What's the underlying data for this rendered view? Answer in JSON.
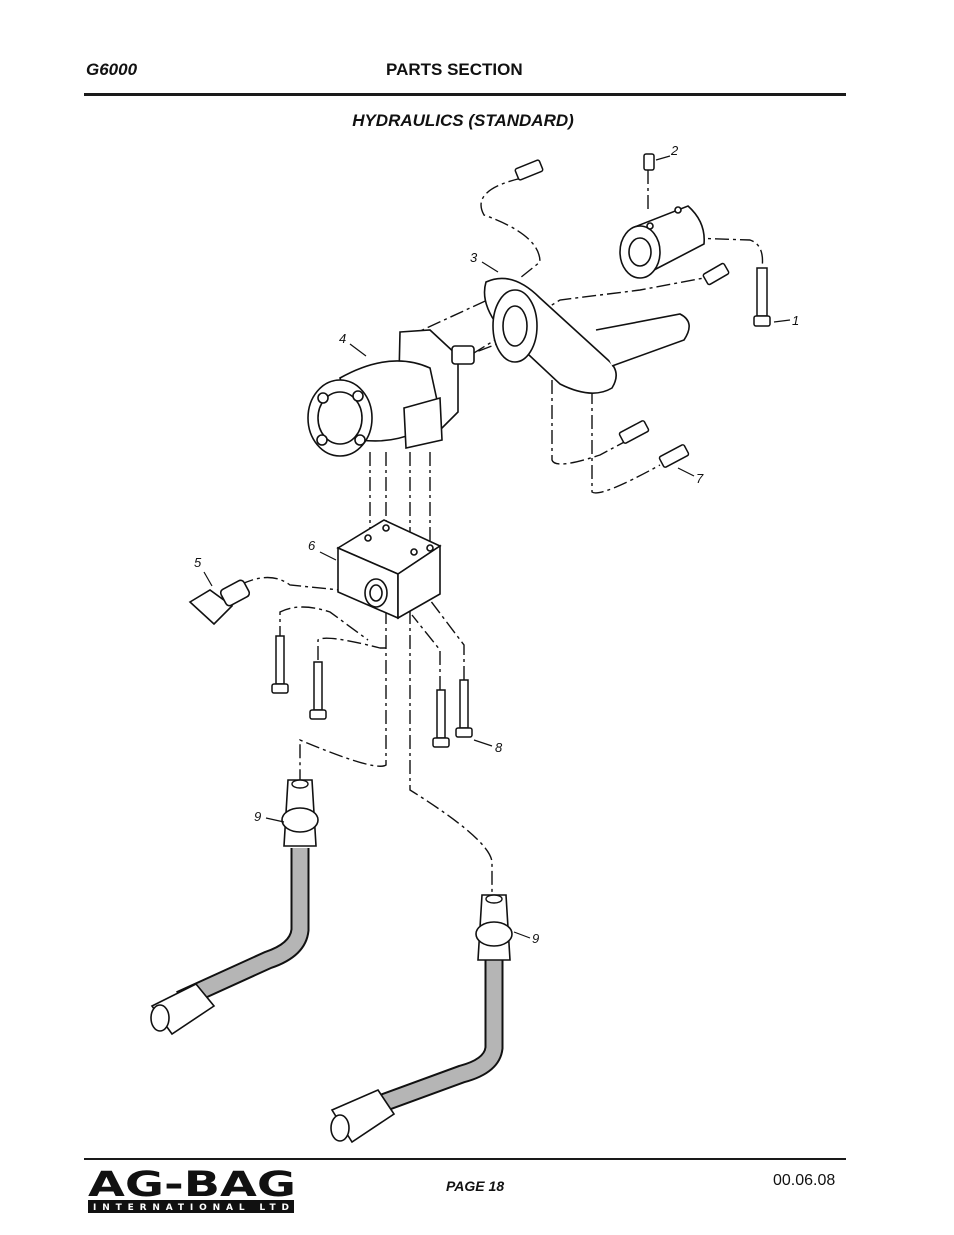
{
  "header": {
    "model": "G6000",
    "section": "PARTS SECTION",
    "subtitle": "HYDRAULICS (STANDARD)"
  },
  "diagram": {
    "callouts": [
      "1",
      "2",
      "3",
      "4",
      "5",
      "6",
      "7",
      "8",
      "9",
      "9"
    ]
  },
  "footer": {
    "logo_main": "AG-BAG",
    "logo_sub": "INTERNATIONAL LTD",
    "page": "PAGE 18",
    "date": "00.06.08"
  },
  "colors": {
    "ink": "#111111",
    "hose": "#b5b5b5"
  }
}
